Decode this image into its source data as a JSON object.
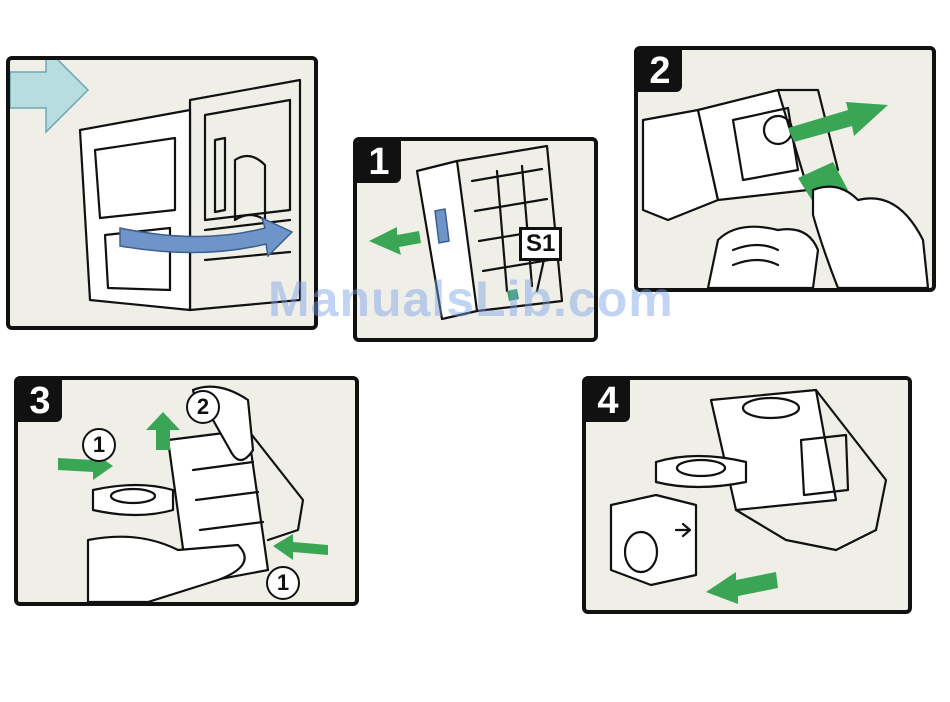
{
  "watermark": "ManualsLib.com",
  "colors": {
    "arrow_green": "#3aa655",
    "arrow_blue": "#6f94c8",
    "intro_arrow": "#b8dde0",
    "panel_bg": "#efefe8"
  },
  "panels": {
    "intro": {
      "icon": "right-arrow-icon"
    },
    "step1": {
      "number": "1",
      "label": "S1"
    },
    "step2": {
      "number": "2"
    },
    "step3": {
      "number": "3",
      "callouts": [
        "1",
        "2",
        "1"
      ]
    },
    "step4": {
      "number": "4"
    }
  }
}
